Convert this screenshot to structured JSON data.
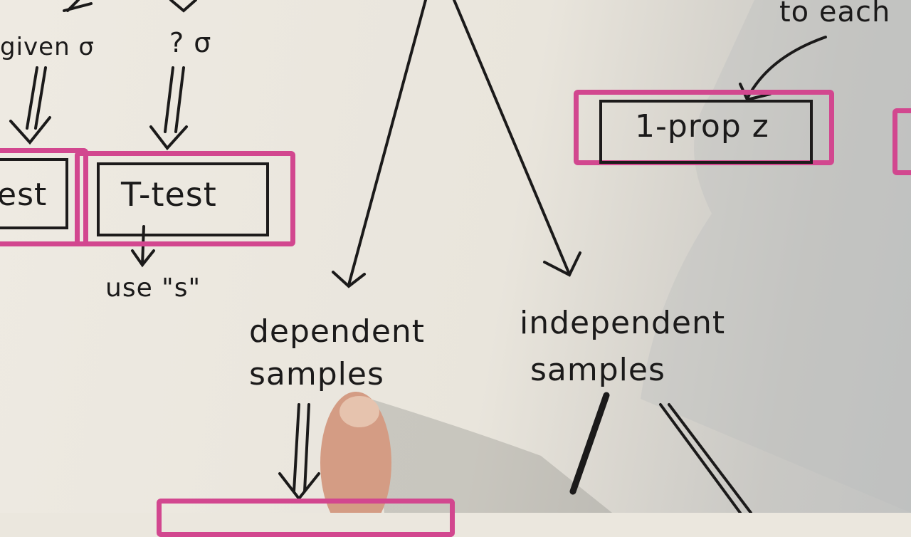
{
  "diagram": {
    "labels": {
      "given_sigma": "given σ",
      "unknown_sigma": "? σ",
      "to_each": "to each",
      "z_test_partial": "est",
      "t_test": "T-test",
      "one_prop_z": "1-prop z",
      "use_s": "use \"s\"",
      "dependent": "dependent",
      "dependent_samples": "samples",
      "independent": "independent",
      "independent_samples": "samples"
    },
    "colors": {
      "ink": "#1b1a1a",
      "highlight": "#d2478f",
      "paper": "#ebe7de"
    }
  }
}
